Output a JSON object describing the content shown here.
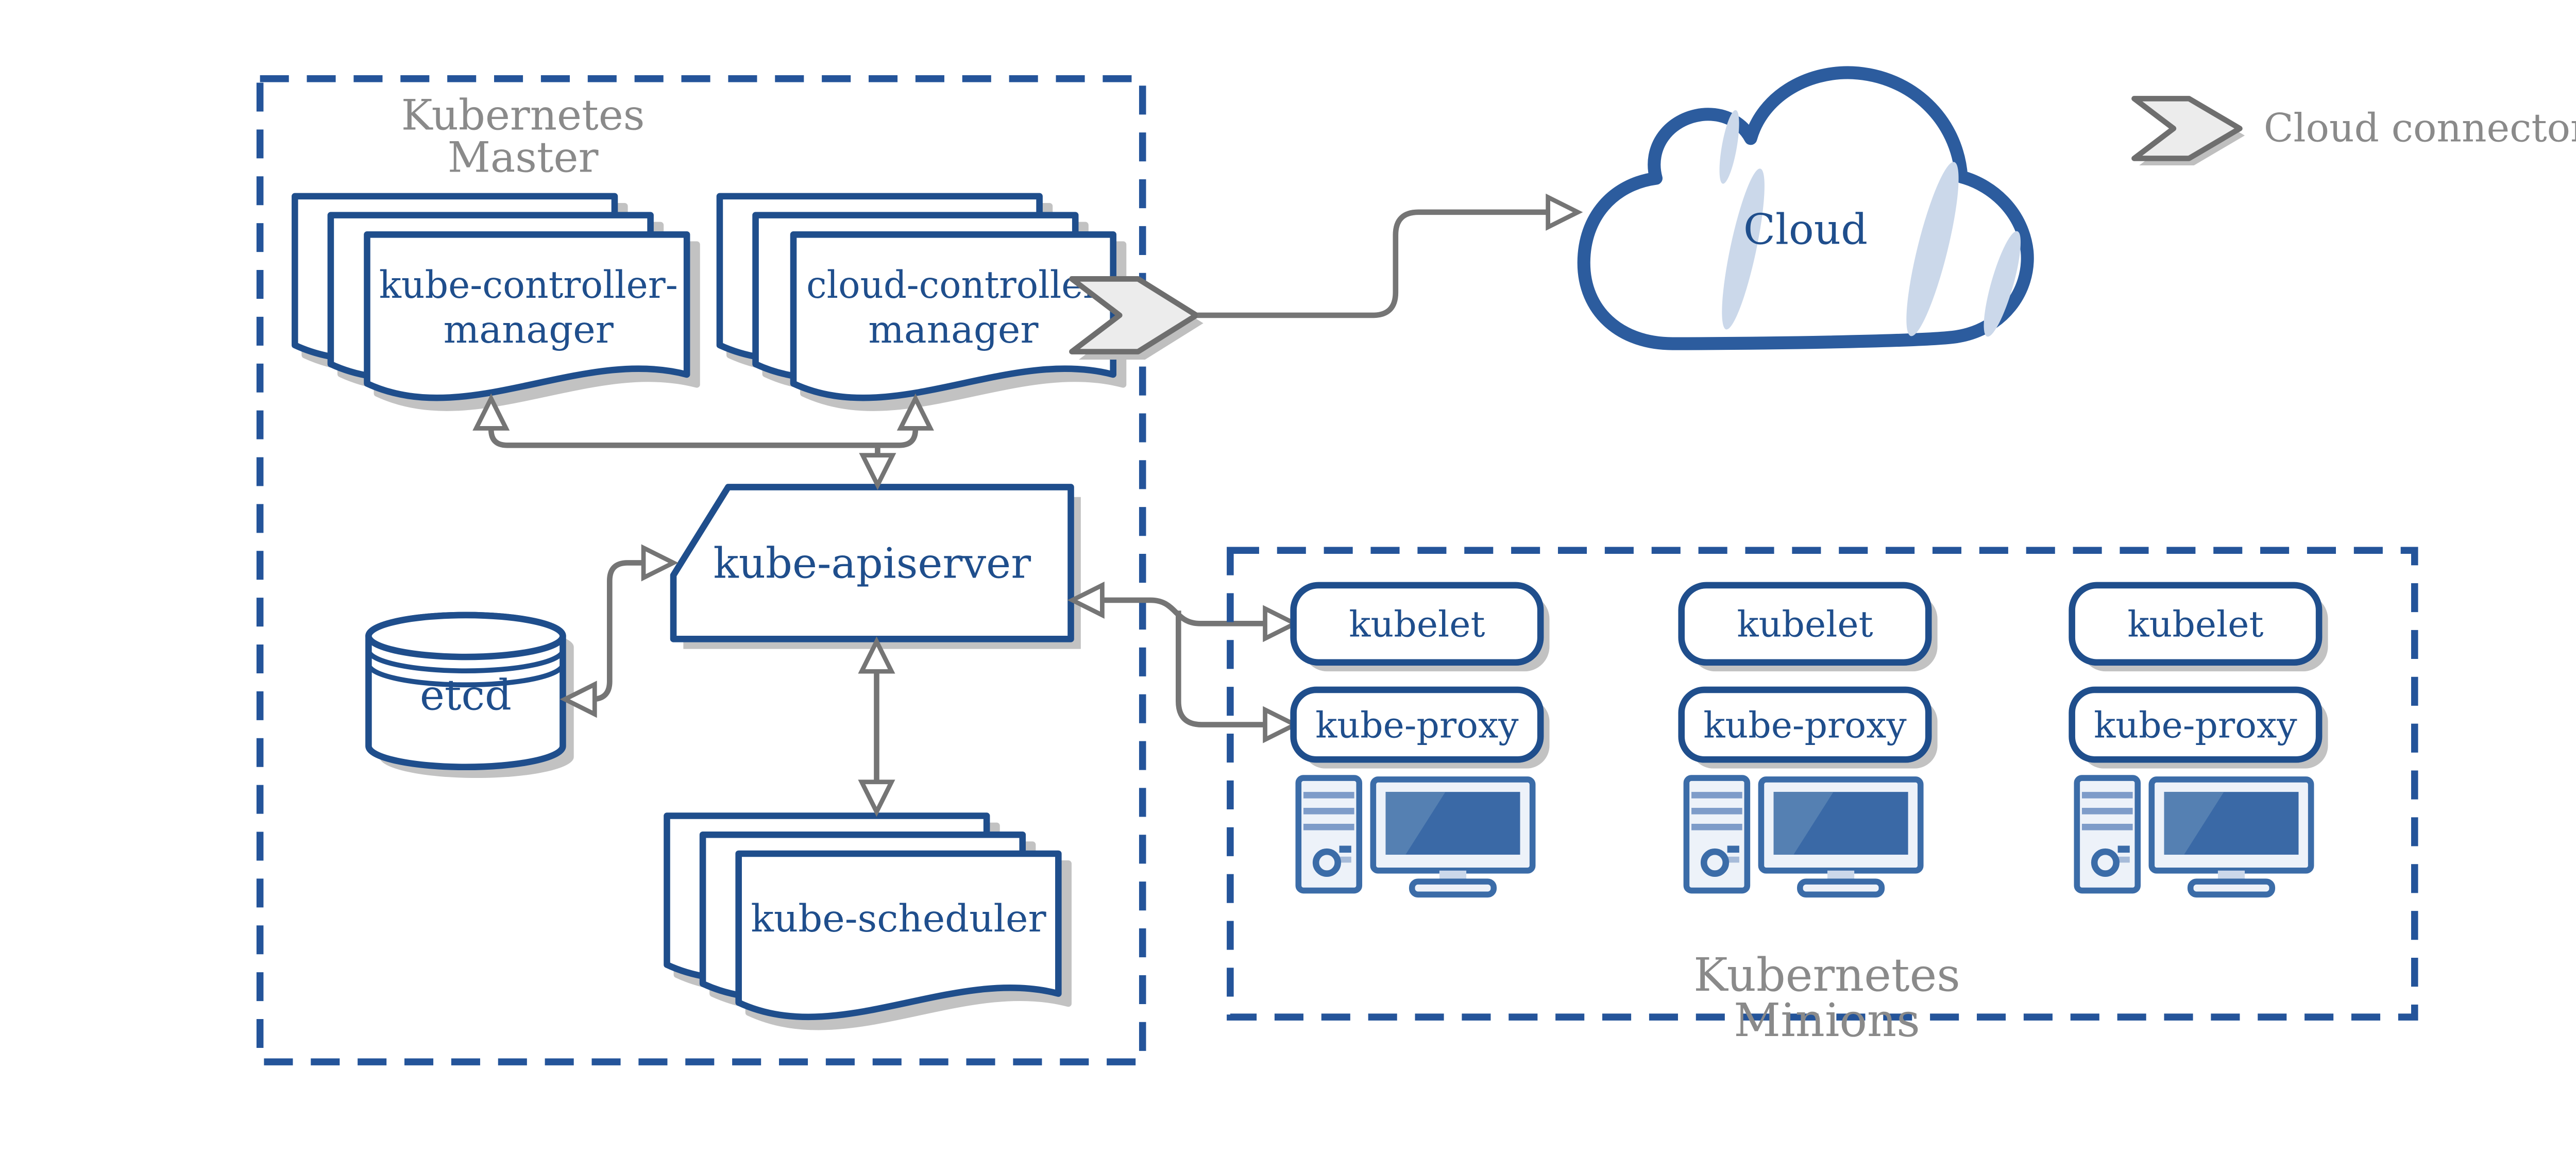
{
  "master": {
    "title_line1": "Kubernetes",
    "title_line2": "Master",
    "kube_controller_manager_line1": "kube-controller-",
    "kube_controller_manager_line2": "manager",
    "cloud_controller_manager_line1": "cloud-controller",
    "cloud_controller_manager_line2": "manager",
    "kube_apiserver": "kube-apiserver",
    "etcd": "etcd",
    "kube_scheduler": "kube-scheduler"
  },
  "cloud": {
    "label": "Cloud"
  },
  "legend": {
    "label": "Cloud connector",
    "icon": "chevron-arrow-icon"
  },
  "minions": {
    "title_line1": "Kubernetes",
    "title_line2": "Minions",
    "columns": [
      {
        "kubelet": "kubelet",
        "kube_proxy": "kube-proxy",
        "machine_icon": "desktop-computer-icon"
      },
      {
        "kubelet": "kubelet",
        "kube_proxy": "kube-proxy",
        "machine_icon": "desktop-computer-icon"
      },
      {
        "kubelet": "kubelet",
        "kube_proxy": "kube-proxy",
        "machine_icon": "desktop-computer-icon"
      }
    ]
  },
  "colors": {
    "primary_blue": "#1F4E8C",
    "dashed_border_blue": "#24549A",
    "cloud_border_blue": "#2C5C9E",
    "machine_blue": "#3B6CA8",
    "screen_blue": "#3A69A6",
    "screen_highlight_blue": "#5580B2",
    "light_blue_fill": "#CBD8EA",
    "machine_fill": "#EDF2F9",
    "connector_gray": "#757575",
    "label_gray": "#8A8A8A",
    "shadow_gray": "#C2C2C2",
    "chevron_fill": "#ECECEC",
    "chevron_stroke": "#6E6E6E",
    "background": "#FFFFFF"
  }
}
